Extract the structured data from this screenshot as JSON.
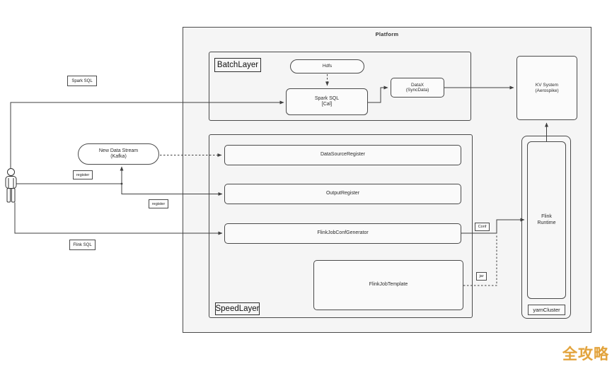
{
  "platform": {
    "title": "Platform"
  },
  "batch_layer": {
    "label": "BatchLayer",
    "hdfs": "Hdfs",
    "spark_sql": {
      "line1": "Spark SQL",
      "line2": "[Cal]"
    },
    "datax": {
      "line1": "DataX",
      "line2": "(SyncData)"
    }
  },
  "kv_system": {
    "line1": "KV System",
    "line2": "(Aerospike)"
  },
  "speed_layer": {
    "label": "SpeedLayer",
    "data_source_register": "DataSourceRegister",
    "output_register": "OutputRegister",
    "flink_job_conf_generator": "FlinkJobConfGenerator",
    "flink_job_template": "FlinkJobTemplate"
  },
  "yarn_cluster": {
    "label": "yarnCluster",
    "flink_runtime": {
      "line1": "Flink",
      "line2": "Runtime"
    }
  },
  "kafka": {
    "line1": "New Data Stream",
    "line2": "(Kafka)"
  },
  "edge_labels": {
    "spark_sql": "Spark SQL",
    "flink_sql": "Flink SQL",
    "register_kafka": "register",
    "register_output": "register",
    "conf": "Conf",
    "jar": "jar"
  },
  "watermark": {
    "text": "全攻略",
    "color": "#e2a33d"
  },
  "colors": {
    "container_fill": "#f5f5f5",
    "component_fill": "#fbfbfb",
    "border": "#4a4a4a",
    "line": "#3f3f3f"
  }
}
